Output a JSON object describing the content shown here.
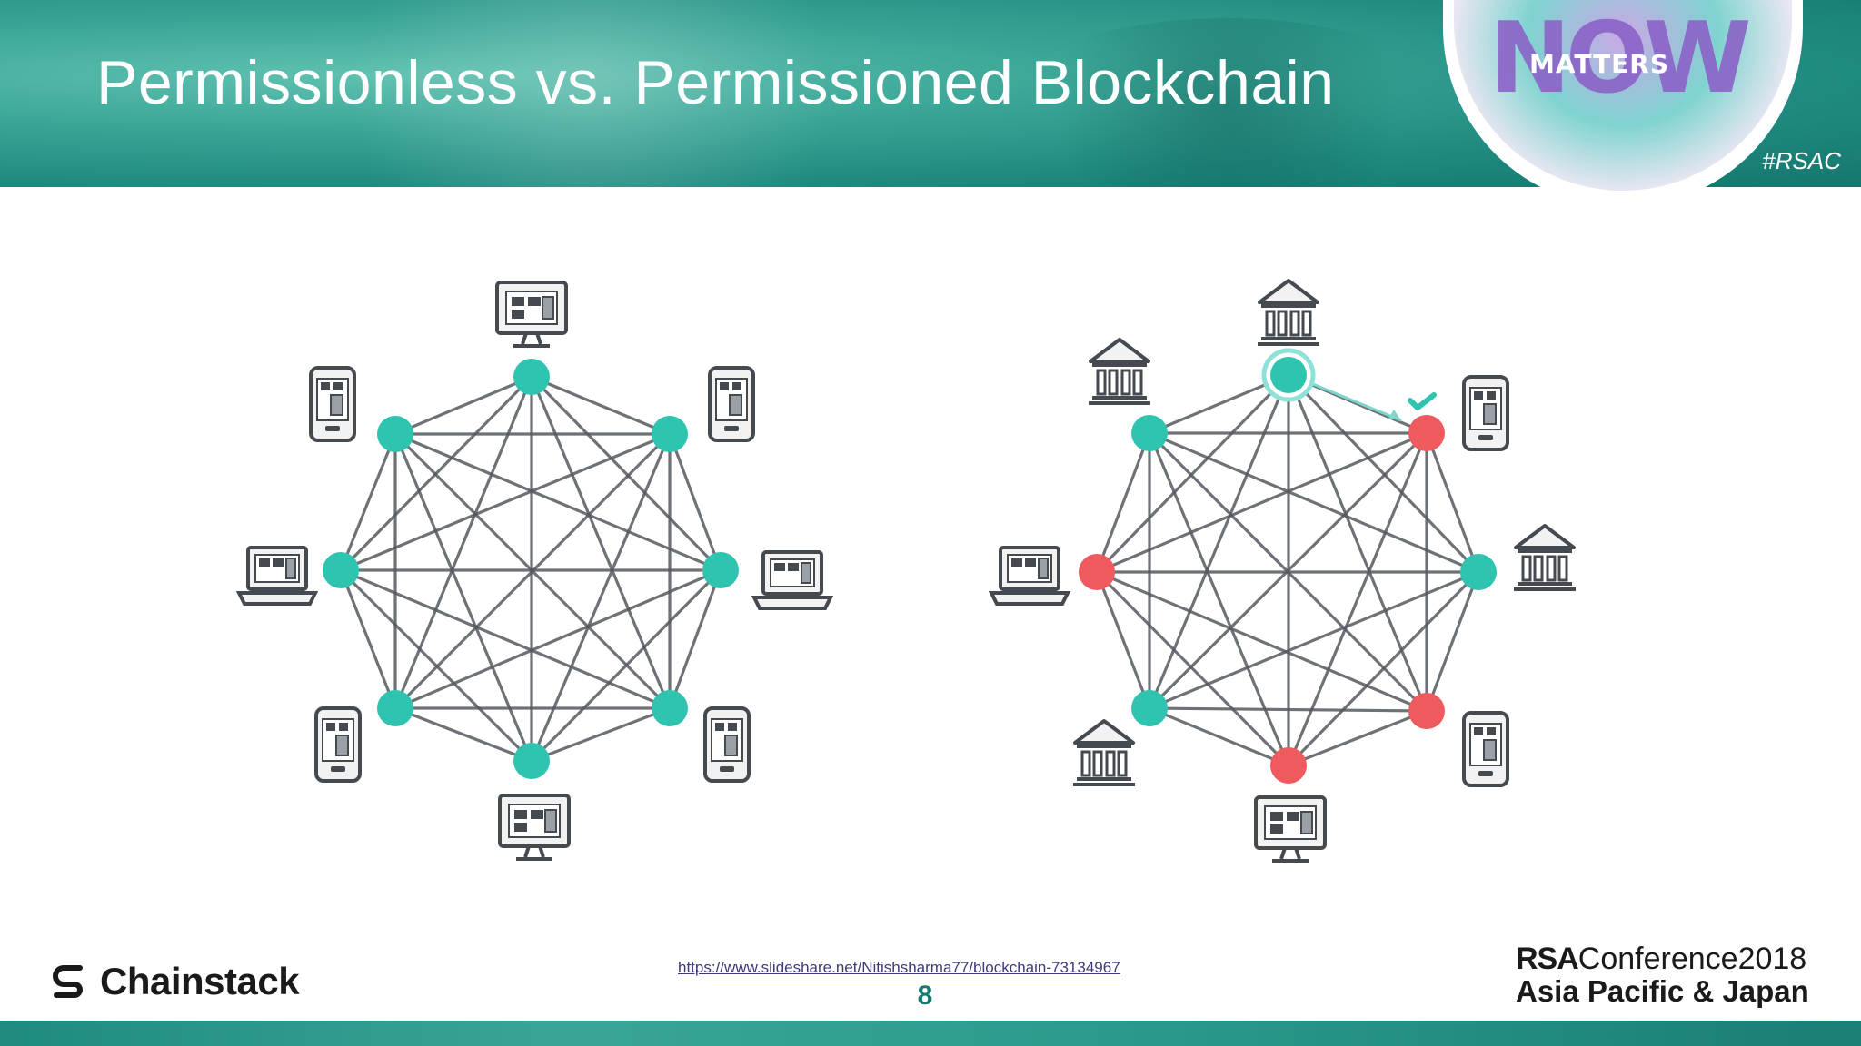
{
  "slide": {
    "title": "Permissionless vs. Permissioned Blockchain",
    "hashtag": "#RSAC",
    "logo_word": "NOW",
    "logo_sub": "MATTERS",
    "brand": "Chainstack",
    "source_url": "https://www.slideshare.net/Nitishsharma77/blockchain-73134967",
    "page_number": "8",
    "conference": {
      "rsa": "RSA",
      "name": "Conference2018",
      "region": "Asia Pacific & Japan"
    }
  },
  "colors": {
    "header_teal": "#2b9a8c",
    "node_teal": "#2ec4b0",
    "node_red": "#ee5a5e",
    "edge": "#555a60",
    "page_number": "#157a72"
  },
  "diagrams": [
    {
      "name": "permissionless",
      "node_states": [
        "teal",
        "teal",
        "teal",
        "teal",
        "teal",
        "teal",
        "teal",
        "teal"
      ],
      "devices": [
        "desktop",
        "phone",
        "laptop",
        "phone",
        "desktop",
        "phone",
        "laptop",
        "phone"
      ]
    },
    {
      "name": "permissioned",
      "node_states": [
        "teal-highlight",
        "red",
        "teal",
        "red",
        "red",
        "teal",
        "red",
        "teal"
      ],
      "devices": [
        "bank",
        "phone",
        "bank",
        "phone",
        "desktop",
        "bank",
        "laptop",
        "bank"
      ],
      "arrow": {
        "from_node": 0,
        "to_node": 1,
        "checkmark": true
      }
    }
  ]
}
